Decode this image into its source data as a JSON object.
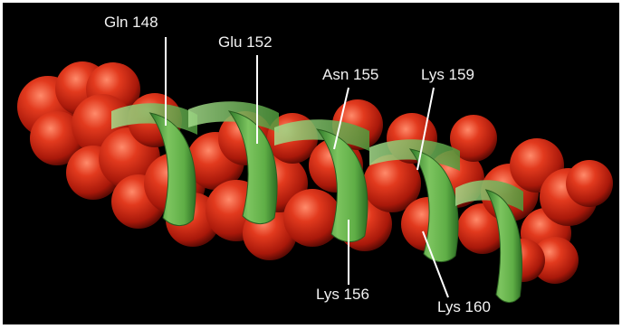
{
  "labels": {
    "gln148": "Gln 148",
    "glu152": "Glu 152",
    "asn155": "Asn 155",
    "lys159": "Lys 159",
    "lys156": "Lys 156",
    "lys160": "Lys 160"
  },
  "colors": {
    "background": "#000000",
    "sphere": "#d9301b",
    "ribbon": "#5fae46",
    "leader": "#ffffff",
    "text": "#f2f2f2"
  }
}
